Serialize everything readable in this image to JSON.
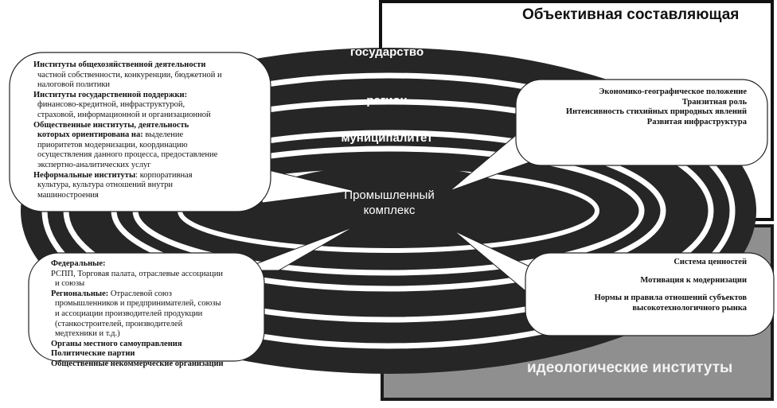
{
  "objective_title": "Объективная составляющая",
  "ideology_caption": "идеологические институты",
  "rings": {
    "state": "государство",
    "region": "регион",
    "municipality": "муниципалитет"
  },
  "core": {
    "line1": "Промышленный",
    "line2": "комплекс"
  },
  "top_left": {
    "h1": "Институты общехозяйственной деятельности",
    "t1a": "частной собственности, конкуренции, бюджетной и",
    "t1b": "налоговой политики",
    "h2": "Институты государственной поддержки:",
    "t2a": "финансово-кредитной, инфраструктурой,",
    "t2b": "страховой, информационной и организационной",
    "h3a": "Общественные институты, деятельность",
    "h3b": "которых ориентирована на:",
    "t3a": " выделение",
    "t3b": "приоритетов модернизации,  координацию",
    "t3c": "осуществления данного процесса, предоставление",
    "t3d": "экспертно-аналитических услуг",
    "h4": "Неформальные институты",
    "t4a": ": корпоративная",
    "t4b": "культура, культура отношений внутри",
    "t4c": "машиностроения"
  },
  "top_right": {
    "l1": "Экономико-географическое положение",
    "l2": "Транзитная роль",
    "l3": "Интенсивность стихийных природных явлений",
    "l4": "Развитая инфраструктура"
  },
  "bottom_left": {
    "h1": "Федеральные:",
    "t1a": "РСПП, Торговая палата, отраслевые ассоциации",
    "t1b": "и союзы",
    "h2": "Региональные:",
    "t2a": " Отраслевой союз",
    "t2b": "промышленников и предпринимателей, союзы",
    "t2c": "и ассоциации производителей продукции",
    "t2d": "(станкостроителей, производителей",
    "t2e": "медтехники  и т.д.)",
    "h3": "Органы местного самоуправления",
    "h4": "Политические партии",
    "h5": "Общественные некоммерческие организации"
  },
  "bottom_right": {
    "l1": "Система ценностей",
    "l2": "Мотивация к модернизации",
    "l3a": "Нормы и правила отношений субъектов",
    "l3b": "высокотехнологичного рынка"
  }
}
